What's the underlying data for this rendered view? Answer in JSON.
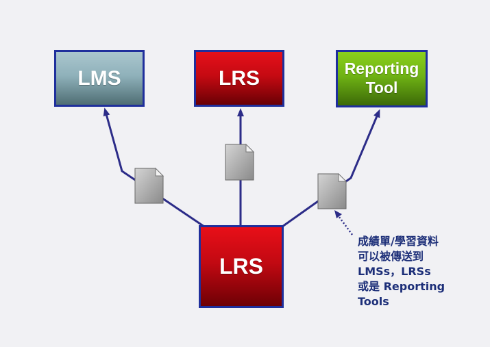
{
  "nodes": {
    "lms": {
      "label": "LMS"
    },
    "lrs_top": {
      "label": "LRS"
    },
    "reporting_tool": {
      "label_line1": "Reporting",
      "label_line2": "Tool"
    },
    "lrs_main": {
      "label": "LRS"
    }
  },
  "annotation": {
    "lines": [
      "成績單/學習資料",
      "可以被傳送到",
      "LMSs，LRSs",
      "或是 Reporting",
      "Tools"
    ]
  },
  "colors": {
    "connector": "#2c2c88",
    "border": "#1f2f9c",
    "annotation_text": "#1c2e78",
    "background": "#f1f1f4"
  },
  "icons": [
    "document-icon",
    "arrow-icon"
  ]
}
